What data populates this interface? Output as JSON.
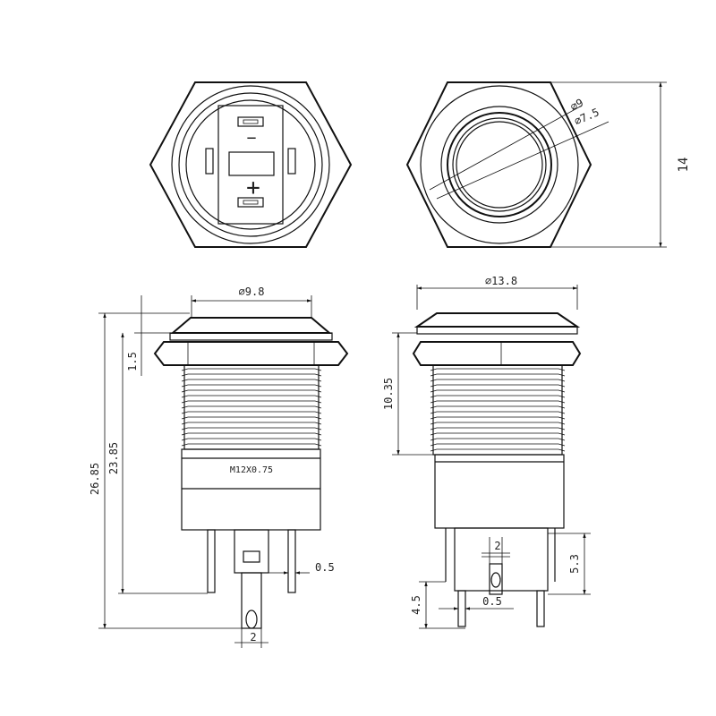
{
  "drawing": {
    "views": {
      "front": {
        "minus_symbol": "−",
        "plus_symbol": "+"
      },
      "side_left": {
        "thread_label": "M12X0.75"
      }
    },
    "dimensions": {
      "front_dia_9": "⌀9",
      "front_dia_7_5": "⌀7.5",
      "front_height_14": "14",
      "left_dia_9_8": "⌀9.8",
      "left_1_5": "1.5",
      "left_26_85": "26.85",
      "left_23_85": "23.85",
      "left_0_5": "0.5",
      "left_2": "2",
      "right_dia_13_8": "⌀13.8",
      "right_10_35": "10.35",
      "right_2": "2",
      "right_5_3": "5.3",
      "right_4_5": "4.5",
      "right_0_5": "0.5"
    }
  }
}
